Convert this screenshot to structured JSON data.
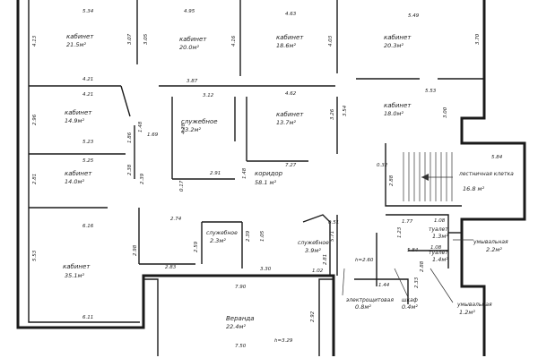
{
  "rooms": [
    {
      "id": "r1",
      "name": "кабинет",
      "area": "21.5м²"
    },
    {
      "id": "r2",
      "name": "кабинет",
      "area": "20.0м²"
    },
    {
      "id": "r3",
      "name": "кабинет",
      "area": "18.6м²"
    },
    {
      "id": "r4",
      "name": "кабинет",
      "area": "20.3м²"
    },
    {
      "id": "r5",
      "name": "кабинет",
      "area": "14.9м²"
    },
    {
      "id": "r6",
      "name": "служебное",
      "area": "13.2м²"
    },
    {
      "id": "r7",
      "name": "кабинет",
      "area": "13.7м²"
    },
    {
      "id": "r8",
      "name": "кабинет",
      "area": "18.0м²"
    },
    {
      "id": "r9",
      "name": "лестничная клетка",
      "area": "16.8 м²"
    },
    {
      "id": "r10",
      "name": "кабинет",
      "area": "14.0м²"
    },
    {
      "id": "r11",
      "name": "коридор",
      "area": "58.1 м²"
    },
    {
      "id": "r12",
      "name": "служебное",
      "area": "2.3м²"
    },
    {
      "id": "r13",
      "name": "служебное",
      "area": "3.9м²"
    },
    {
      "id": "r14",
      "name": "туалет",
      "area": "1.3м²"
    },
    {
      "id": "r15",
      "name": "туалет",
      "area": "1.4м²"
    },
    {
      "id": "r16",
      "name": "умывальная",
      "area": "2.2м²"
    },
    {
      "id": "r17",
      "name": "кабинет",
      "area": "35.1м²"
    },
    {
      "id": "r18",
      "name": "Веранда",
      "area": "22.4м²"
    },
    {
      "id": "r19",
      "name": "электрощитовая",
      "area": "0.8м²"
    },
    {
      "id": "r20",
      "name": "шкаф",
      "area": "0.4м²"
    },
    {
      "id": "r21",
      "name": "умывальная",
      "area": "1.2м²"
    }
  ],
  "dimensions": {
    "d534": "5.34",
    "d495": "4.95",
    "d463": "4.63",
    "d549": "5.49",
    "d413": "4.13",
    "d307": "3.07",
    "d305": "3.05",
    "d416": "4.16",
    "d403": "4.03",
    "d370": "3.70",
    "d421a": "4.21",
    "d387": "3.87",
    "d421b": "4.21",
    "d312": "3.12",
    "d462": "4.62",
    "d553": "5.53",
    "d296": "2.96",
    "d148a": "1.48",
    "d186": "1.86",
    "d169": "1.69",
    "d428": "4.28",
    "d326": "3.26",
    "d354": "3.54",
    "d300": "3.00",
    "d523": "5.23",
    "d525": "5.25",
    "d727": "7.27",
    "d032": "0.32",
    "d584a": "5.84",
    "d281a": "2.81",
    "d238": "2.38",
    "d239": "2.39",
    "d291": "2.91",
    "d148b": "1.48",
    "d288": "2.88",
    "d017": "0.17",
    "d616": "6.16",
    "d274": "2.74",
    "d051": "0.51",
    "d177": "1.77",
    "d108a": "1.08",
    "d108b": "1.08",
    "d123": "1.23",
    "d584b": "5.84",
    "d553b": "5.53",
    "d298": "2.98",
    "d259": "2.59",
    "d239b": "2.39",
    "d105": "1.05",
    "d281b": "2.81",
    "d571": "5.71",
    "d260": "h=2.60",
    "d288b": "2.88",
    "d283": "2.83",
    "d330": "3.30",
    "d790": "7.90",
    "d102": "1.02",
    "d144": "1.44",
    "d233": "2.33",
    "d611": "6.11",
    "d292": "2.92",
    "d750": "7.50",
    "d329": "h=3.29"
  }
}
